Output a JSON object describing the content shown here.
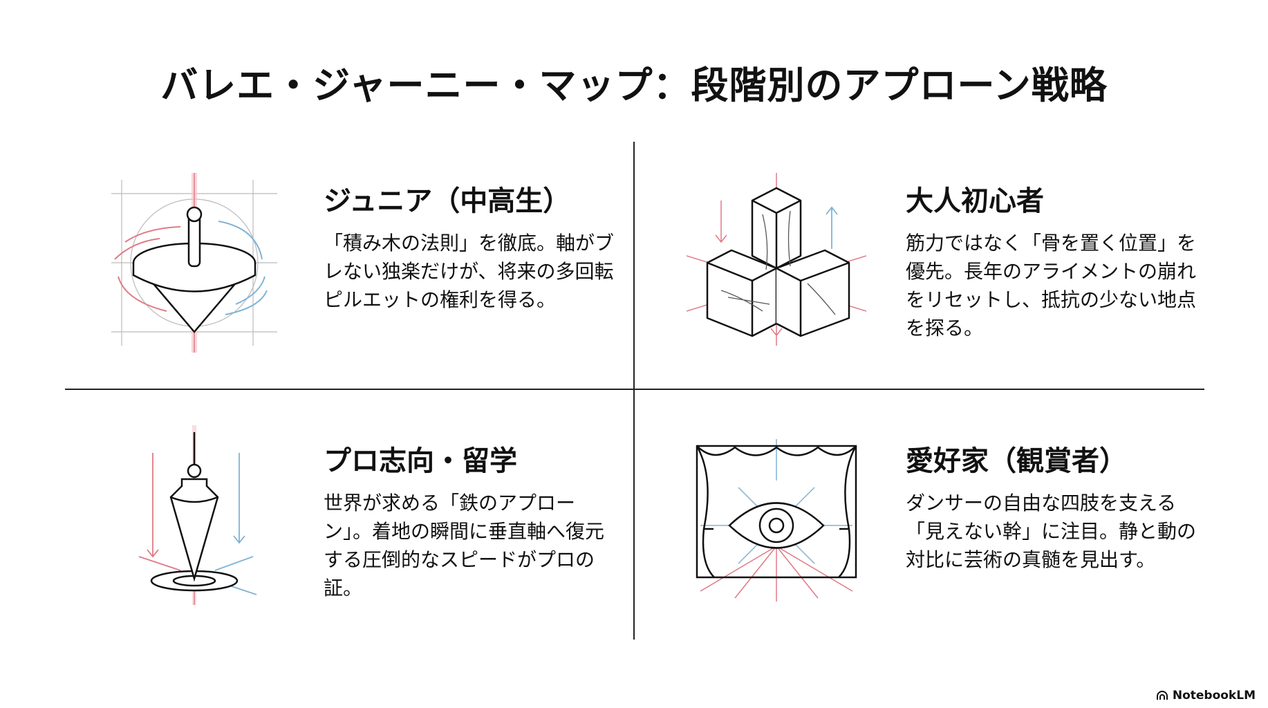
{
  "title": "バレエ・ジャーニー・マップ：段階別のアプローン戦略",
  "quadrants": [
    {
      "heading": "ジュニア（中高生）",
      "body": "「積み木の法則」を徹底。軸がブレない独楽だけが、将来の多回転ピルエットの権利を得る。",
      "icon": "spinning-top-icon"
    },
    {
      "heading": "大人初心者",
      "body": "筋力ではなく「骨を置く位置」を優先。長年のアライメントの崩れをリセットし、抵抗の少ない地点を探る。",
      "icon": "skeleton-cubes-icon"
    },
    {
      "heading": "プロ志向・留学",
      "body": "世界が求める「鉄のアプローン」。着地の瞬間に垂直軸へ復元する圧倒的なスピードがプロの証。",
      "icon": "plumb-bob-icon"
    },
    {
      "heading": "愛好家（観賞者）",
      "body": "ダンサーの自由な四肢を支える「見えない幹」に注目。静と動の対比に芸術の真髄を見出す。",
      "icon": "stage-eye-icon"
    }
  ],
  "branding": {
    "logo_text": "NotebookLM"
  },
  "colors": {
    "accent_red": "#e07a85",
    "accent_blue": "#7fb3d5",
    "ink": "#111111"
  }
}
